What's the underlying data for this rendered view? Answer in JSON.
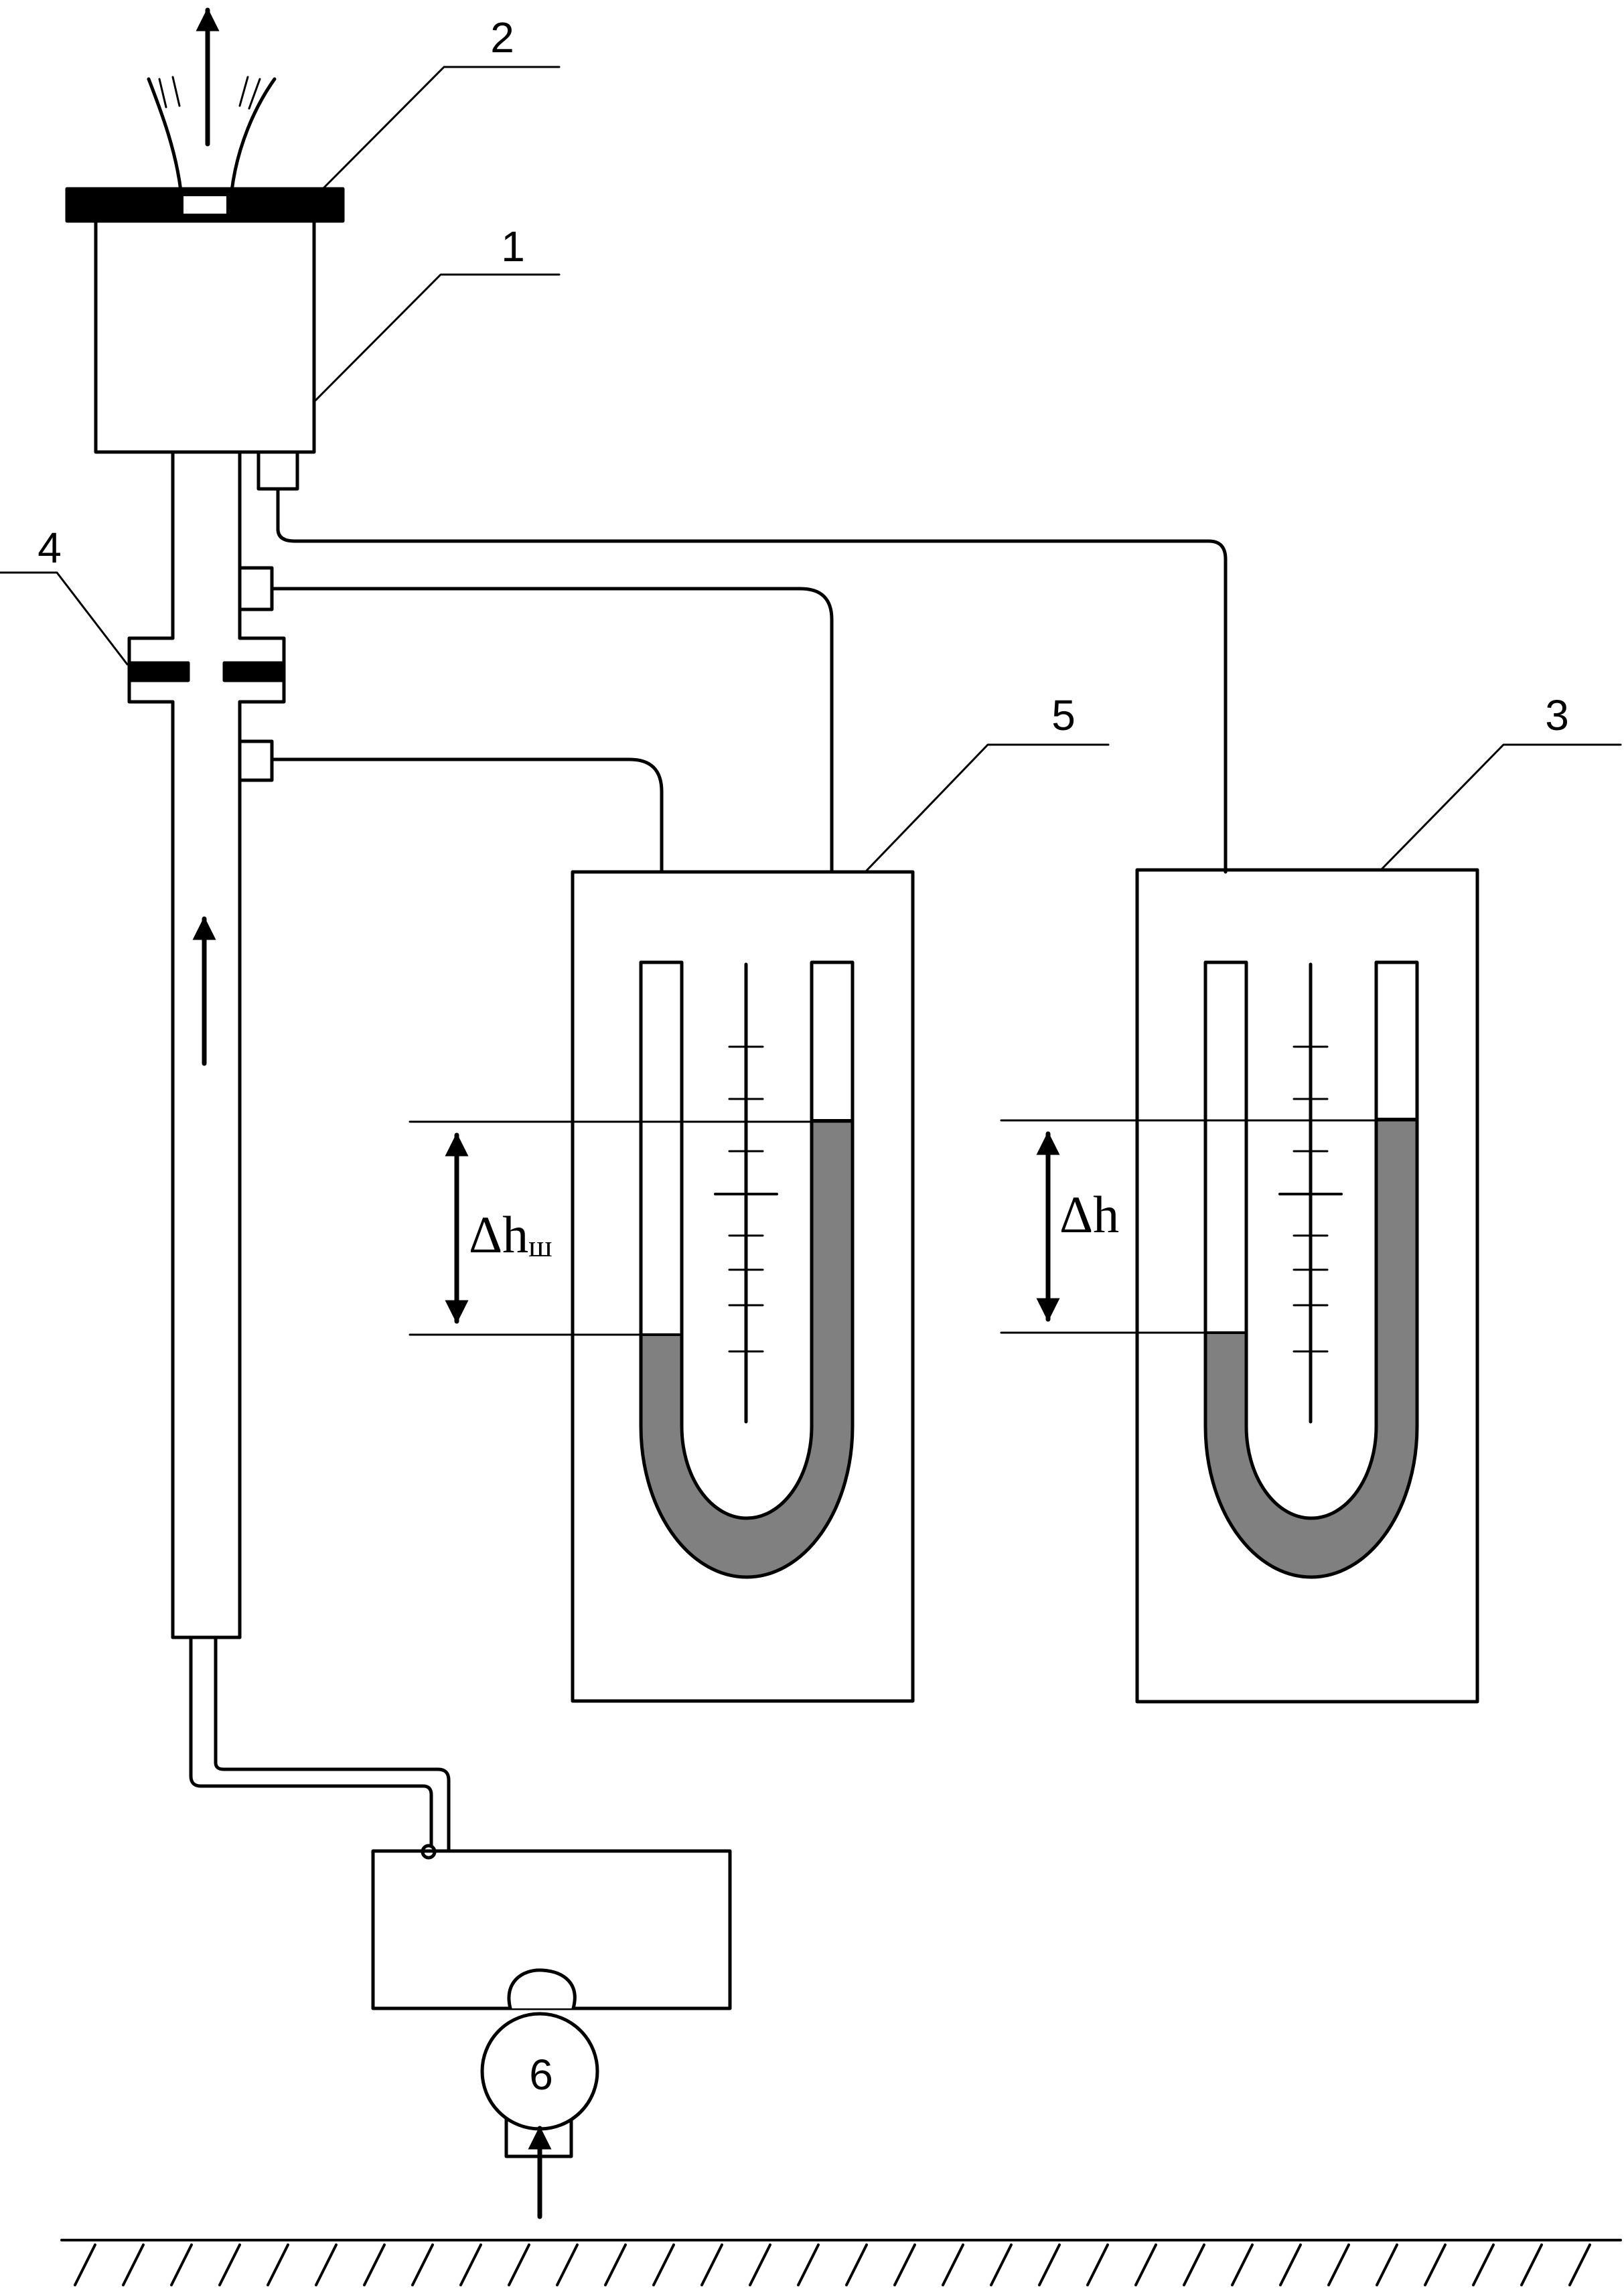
{
  "labels": {
    "l1": "1",
    "l2": "2",
    "l3": "3",
    "l4": "4",
    "l5": "5",
    "l6": "6"
  },
  "dims": {
    "dh_left_main": "Δh",
    "dh_left_sub": "ш",
    "dh_right": "Δh"
  },
  "colors": {
    "line": "#000000",
    "liquid": "#808080",
    "background": "#ffffff"
  }
}
